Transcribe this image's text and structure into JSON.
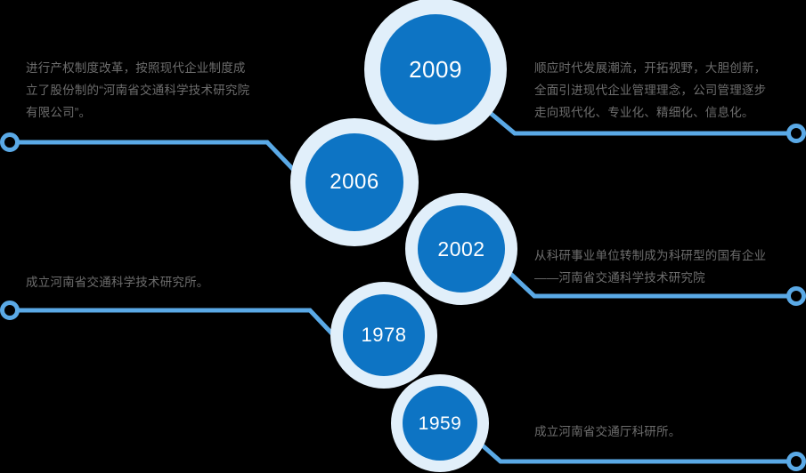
{
  "figure": {
    "type": "timeline",
    "orientation": "vertical-zigzag",
    "background_color": "#000000",
    "accent_color": "#0d74c4",
    "ring_color": "#e1effa",
    "wire_color": "#5aa9e6",
    "text_color": "#6d6d6d",
    "year_text_color": "#ffffff"
  },
  "milestones": [
    {
      "year": "2009",
      "side": "both",
      "left_text": "进行产权制度改革，按照现代企业制度成\n立了股份制的“河南省交通科学技术研究院\n有限公司”。",
      "right_text": "顺应时代发展潮流，开拓视野，大胆创新，\n全面引进现代企业管理理念，公司管理逐步\n走向现代化、专业化、精细化、信息化。"
    },
    {
      "year": "2006",
      "side": "left",
      "left_text": "进行产权制度改革，按照现代企业制度成\n立了股份制的“河南省交通科学技术研究院\n有限公司”。",
      "right_text": ""
    },
    {
      "year": "2002",
      "side": "right",
      "left_text": "",
      "right_text": "从科研事业单位转制成为科研型的国有企业\n——河南省交通科学技术研究院"
    },
    {
      "year": "1978",
      "side": "left",
      "left_text": "成立河南省交通科学技术研究所。",
      "right_text": ""
    },
    {
      "year": "1959",
      "side": "right",
      "left_text": "",
      "right_text": "成立河南省交通厅科研所。"
    }
  ],
  "captions": {
    "c2006_left": "进行产权制度改革，按照现代企业制度成\n立了股份制的“河南省交通科学技术研究院\n有限公司”。",
    "c2009_right": "顺应时代发展潮流，开拓视野，大胆创新，\n全面引进现代企业管理理念，公司管理逐步\n走向现代化、专业化、精细化、信息化。",
    "c2002_right": "从科研事业单位转制成为科研型的国有企业\n——河南省交通科学技术研究院",
    "c1978_left": "成立河南省交通科学技术研究所。",
    "c1959_right": "成立河南省交通厅科研所。"
  },
  "years": {
    "y2009": "2009",
    "y2006": "2006",
    "y2002": "2002",
    "y1978": "1978",
    "y1959": "1959"
  }
}
